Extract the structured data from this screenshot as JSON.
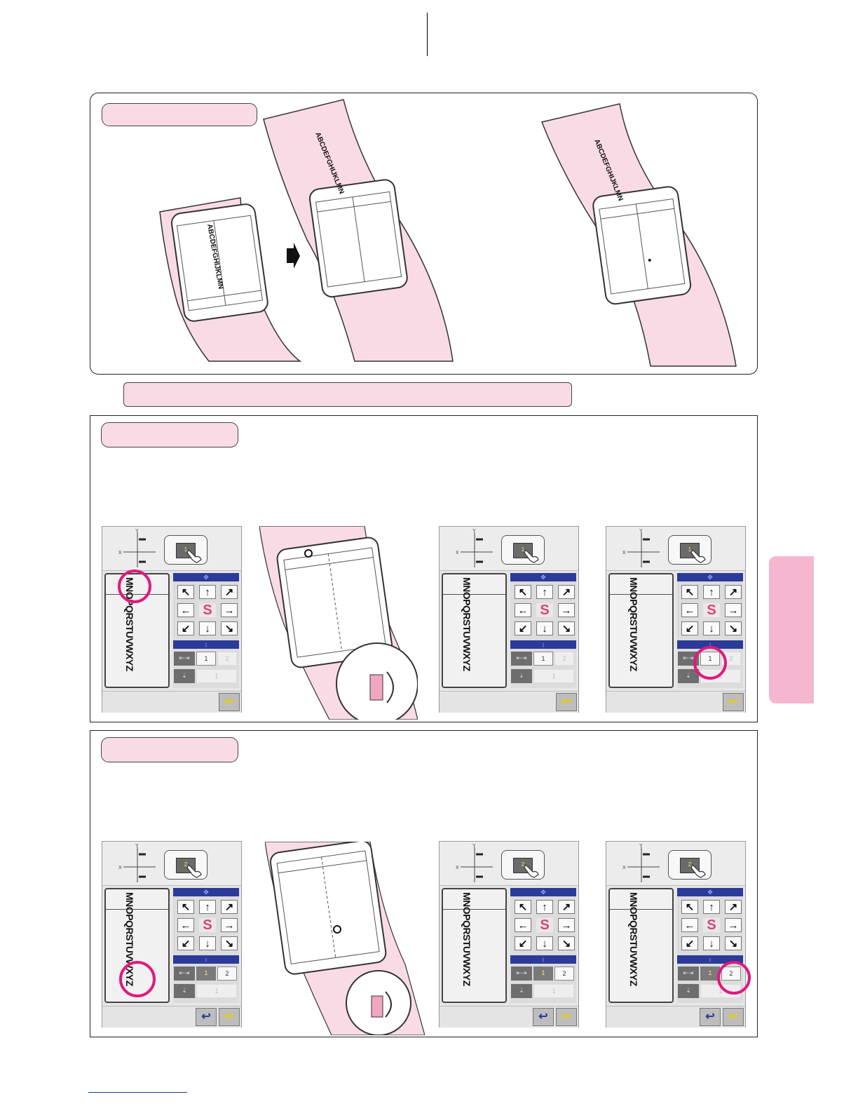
{
  "labels": {
    "pill_top": "",
    "pill_wide": "",
    "pill_middle": "",
    "pill_bottom": ""
  },
  "illustration": {
    "fabric_text_a": "ABCDEFGHIJKLMN",
    "fabric_text_b": "ABCDEFGHIJKLMN",
    "fabric_text_c": "ABCDEFGHIJKLMN"
  },
  "screens": [
    {
      "preview_text": "MNOPQRSTUVWXYZ",
      "bubble_num": "1",
      "seg_left": "1",
      "seg_right": "2",
      "lower_num": "1",
      "hilite": "preview-top",
      "return_buttons": 1
    },
    {
      "preview_text": "MNOPQRSTUVWXYZ",
      "bubble_num": "1",
      "seg_left": "1",
      "seg_right": "2",
      "lower_num": "1",
      "hilite": "none",
      "return_buttons": 1
    },
    {
      "preview_text": "MNOPQRSTUVWXYZ",
      "bubble_num": "1",
      "seg_left": "1",
      "seg_right": "2",
      "lower_num": "1",
      "hilite": "seg-1",
      "return_buttons": 1
    },
    {
      "preview_text": "MNOPQRSTUVWXYZ",
      "bubble_num": "2",
      "seg_left": "1",
      "seg_right": "2",
      "lower_num": "1",
      "hilite": "preview-bottom",
      "return_buttons": 2
    },
    {
      "preview_text": "MNOPQRSTUVWXYZ",
      "bubble_num": "2",
      "seg_left": "1",
      "seg_right": "2",
      "lower_num": "1",
      "hilite": "none",
      "return_buttons": 2
    },
    {
      "preview_text": "MNOPQRSTUVWXYZ",
      "bubble_num": "2",
      "seg_left": "1",
      "seg_right": "2",
      "lower_num": "1",
      "hilite": "seg-2",
      "return_buttons": 2
    }
  ],
  "keys": {
    "up_left": "↖",
    "up": "↑",
    "up_right": "↗",
    "left": "←",
    "center": "S",
    "right": "→",
    "down_left": "↙",
    "down": "↓",
    "down_right": "↘"
  },
  "icons": {
    "header_move": "✥",
    "header_vert": "↕",
    "return": "↩"
  },
  "colors": {
    "pink_fill": "#f9dbe6",
    "highlight": "#e0197f",
    "side_tab": "#f5b6cf",
    "header_blue": "#2c3a9a"
  }
}
